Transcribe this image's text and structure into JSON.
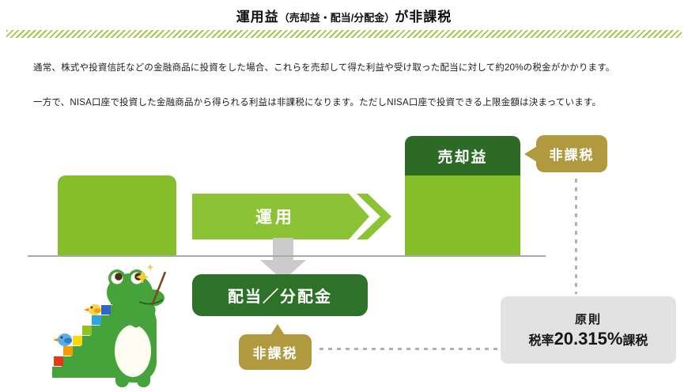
{
  "page": {
    "title": {
      "prefix": "運用益",
      "paren": "（売却益・配当/分配金）",
      "suffix": "が非課税"
    },
    "paragraphs": {
      "p1": "通常、株式や投資信託などの金融商品に投資をした場合、これらを売却して得た利益や受け取った配当に対して約20%の税金がかかります。",
      "p2": "一方で、NISA口座で投資した金融商品から得られる利益は非課税になります。ただしNISA口座で投資できる上限金額は決まっています。"
    }
  },
  "diagram": {
    "operation_arrow_label": "運用",
    "capital_gain_label": "売却益",
    "dividend_label": "配当／分配金",
    "tax_free_top": "非課税",
    "tax_free_bottom": "非課税",
    "tax_note": {
      "line1": "原則",
      "rate_prefix": "税率",
      "rate": "20.315%",
      "rate_suffix": "課税"
    }
  },
  "colors": {
    "light_green": "#85bd2b",
    "dark_green": "#2c6a26",
    "dividend_green": "#2e7129",
    "gold": "#b1993f",
    "note_gray": "#e2e2e2",
    "baseline_gray": "#a9a9a9",
    "stripe_green": "#a3c84f"
  },
  "mascot": {
    "name": "crocodile-stairs-mascot"
  }
}
